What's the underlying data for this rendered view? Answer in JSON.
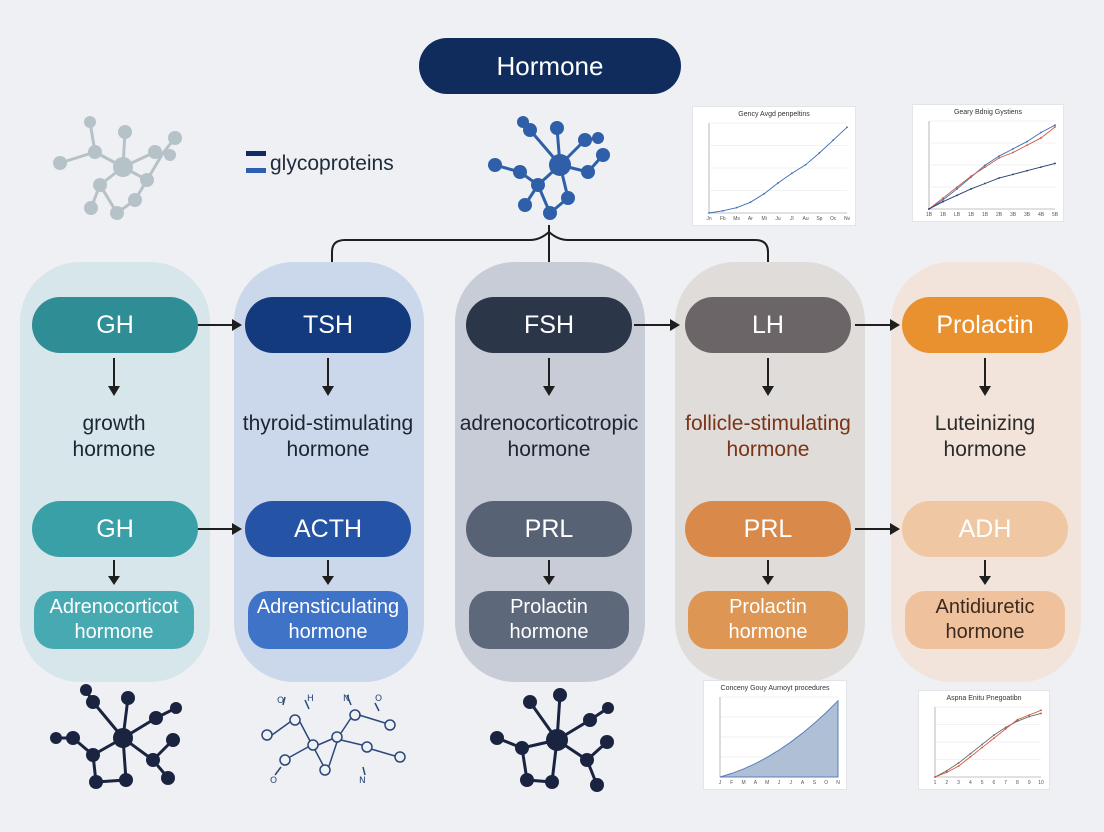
{
  "header": {
    "title": "Hormone"
  },
  "legend": {
    "label": "glycoproteins",
    "color_dark": "#0f2c5c",
    "color_blue": "#2f5fb1"
  },
  "columns": [
    {
      "top_label": "GH",
      "description": [
        "growth",
        "hormone"
      ],
      "second_label": "GH",
      "sub_label": [
        "Adrenocorticot",
        "hormone"
      ],
      "colors": {
        "column": "#d8e6ea",
        "pill": "#2f8d96",
        "pill2": "#3aa0a8",
        "sub": "#47aab2",
        "desc": "#1c2530"
      }
    },
    {
      "top_label": "TSH",
      "description": [
        "thyroid-stimulating",
        "hormone"
      ],
      "second_label": "ACTH",
      "sub_label": [
        "Adrensticulating",
        "hormone"
      ],
      "colors": {
        "column": "#ccd7ea",
        "pill": "#123a7c",
        "pill2": "#2553a5",
        "sub": "#3f73c7",
        "desc": "#1c2530"
      }
    },
    {
      "top_label": "FSH",
      "description": [
        "adrenocorticotropic",
        "hormone"
      ],
      "second_label": "PRL",
      "sub_label": [
        "Prolactin",
        "hormone"
      ],
      "colors": {
        "column": "#c8cdd8",
        "pill": "#2b3648",
        "pill2": "#586275",
        "sub": "#5e687b",
        "desc": "#1c2530"
      }
    },
    {
      "top_label": "LH",
      "description": [
        "follicle-stimulating",
        "hormone"
      ],
      "second_label": "PRL",
      "sub_label": [
        "Prolactin",
        "hormone"
      ],
      "colors": {
        "column": "#e0dcd9",
        "pill": "#6b6567",
        "pill2": "#d98a4a",
        "sub": "#dd9653",
        "desc": "#7a3416"
      }
    },
    {
      "top_label": "Prolactin",
      "description": [
        "Luteinizing",
        "hormone"
      ],
      "second_label": "ADH",
      "sub_label": [
        "Antidiuretic",
        "hormone"
      ],
      "colors": {
        "column": "#f1e2d8",
        "pill": "#e9902f",
        "pill2": "#f0c7a3",
        "sub": "#efc29d",
        "desc": "#2c2c2c",
        "sub_text": "#3b2a20"
      }
    }
  ],
  "charts": [
    {
      "title": "Gency Avgd penpeltins",
      "type": "line",
      "series": [
        {
          "values": [
            0,
            2,
            5,
            10,
            18,
            28,
            37,
            45,
            56,
            68,
            80
          ]
        }
      ],
      "x_ticks": [
        "Jn",
        "Fb",
        "Ms",
        "Ar",
        "Mi",
        "Ju",
        "Jl",
        "Au",
        "Sp",
        "Oc",
        "Nv"
      ]
    },
    {
      "title": "Geary Bdnig Gystiens",
      "type": "line",
      "series": [
        {
          "values": [
            0,
            10,
            22,
            35,
            48,
            58,
            66,
            74,
            84,
            92
          ]
        },
        {
          "values": [
            0,
            12,
            24,
            36,
            46,
            56,
            62,
            70,
            78,
            90
          ]
        },
        {
          "values": [
            0,
            8,
            15,
            22,
            28,
            34,
            38,
            42,
            46,
            50
          ]
        }
      ],
      "x_ticks": [
        "1B",
        "1B",
        "LB",
        "1B",
        "1B",
        "2B",
        "3B",
        "3B",
        "4B",
        "5B"
      ]
    },
    {
      "title": "Conceny Gouy Aurnoyt procedures",
      "type": "area",
      "series": [
        {
          "values": [
            0,
            4,
            9,
            15,
            22,
            30,
            39,
            49,
            60,
            72,
            85
          ]
        }
      ],
      "x_ticks": [
        "J",
        "F",
        "M",
        "A",
        "M",
        "J",
        "J",
        "A",
        "S",
        "O",
        "N"
      ]
    },
    {
      "title": "Aspna Enitu Pnegoatibn",
      "type": "line",
      "series": [
        {
          "values": [
            0,
            8,
            18,
            30,
            42,
            54,
            64,
            72,
            78,
            82
          ]
        },
        {
          "values": [
            0,
            6,
            14,
            26,
            38,
            50,
            62,
            74,
            80,
            86
          ]
        }
      ],
      "x_ticks": [
        "1",
        "2",
        "3",
        "4",
        "5",
        "6",
        "7",
        "8",
        "9",
        "10"
      ]
    }
  ]
}
